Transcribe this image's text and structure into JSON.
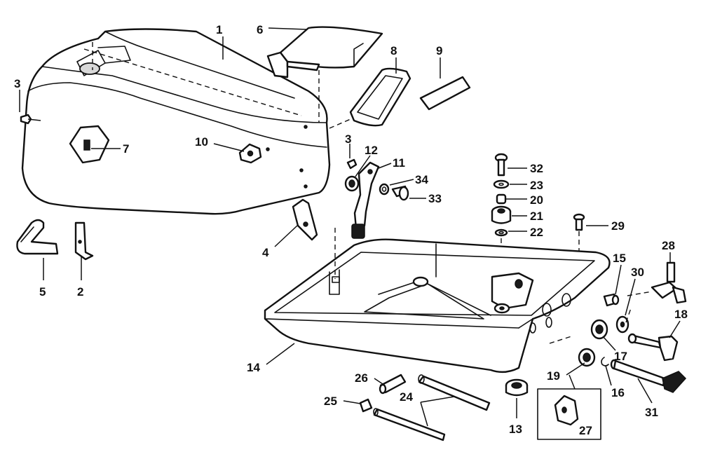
{
  "callouts": {
    "c1": "1",
    "c2": "2",
    "c3a": "3",
    "c3b": "3",
    "c4": "4",
    "c5": "5",
    "c6": "6",
    "c7": "7",
    "c8": "8",
    "c9": "9",
    "c10": "10",
    "c11": "11",
    "c12": "12",
    "c13": "13",
    "c14": "14",
    "c15": "15",
    "c16": "16",
    "c17": "17",
    "c18": "18",
    "c19": "19",
    "c20": "20",
    "c21": "21",
    "c22": "22",
    "c23": "23",
    "c24": "24",
    "c25": "25",
    "c26": "26",
    "c27": "27",
    "c28": "28",
    "c29": "29",
    "c30": "30",
    "c31": "31",
    "c32": "32",
    "c33": "33",
    "c34": "34"
  }
}
